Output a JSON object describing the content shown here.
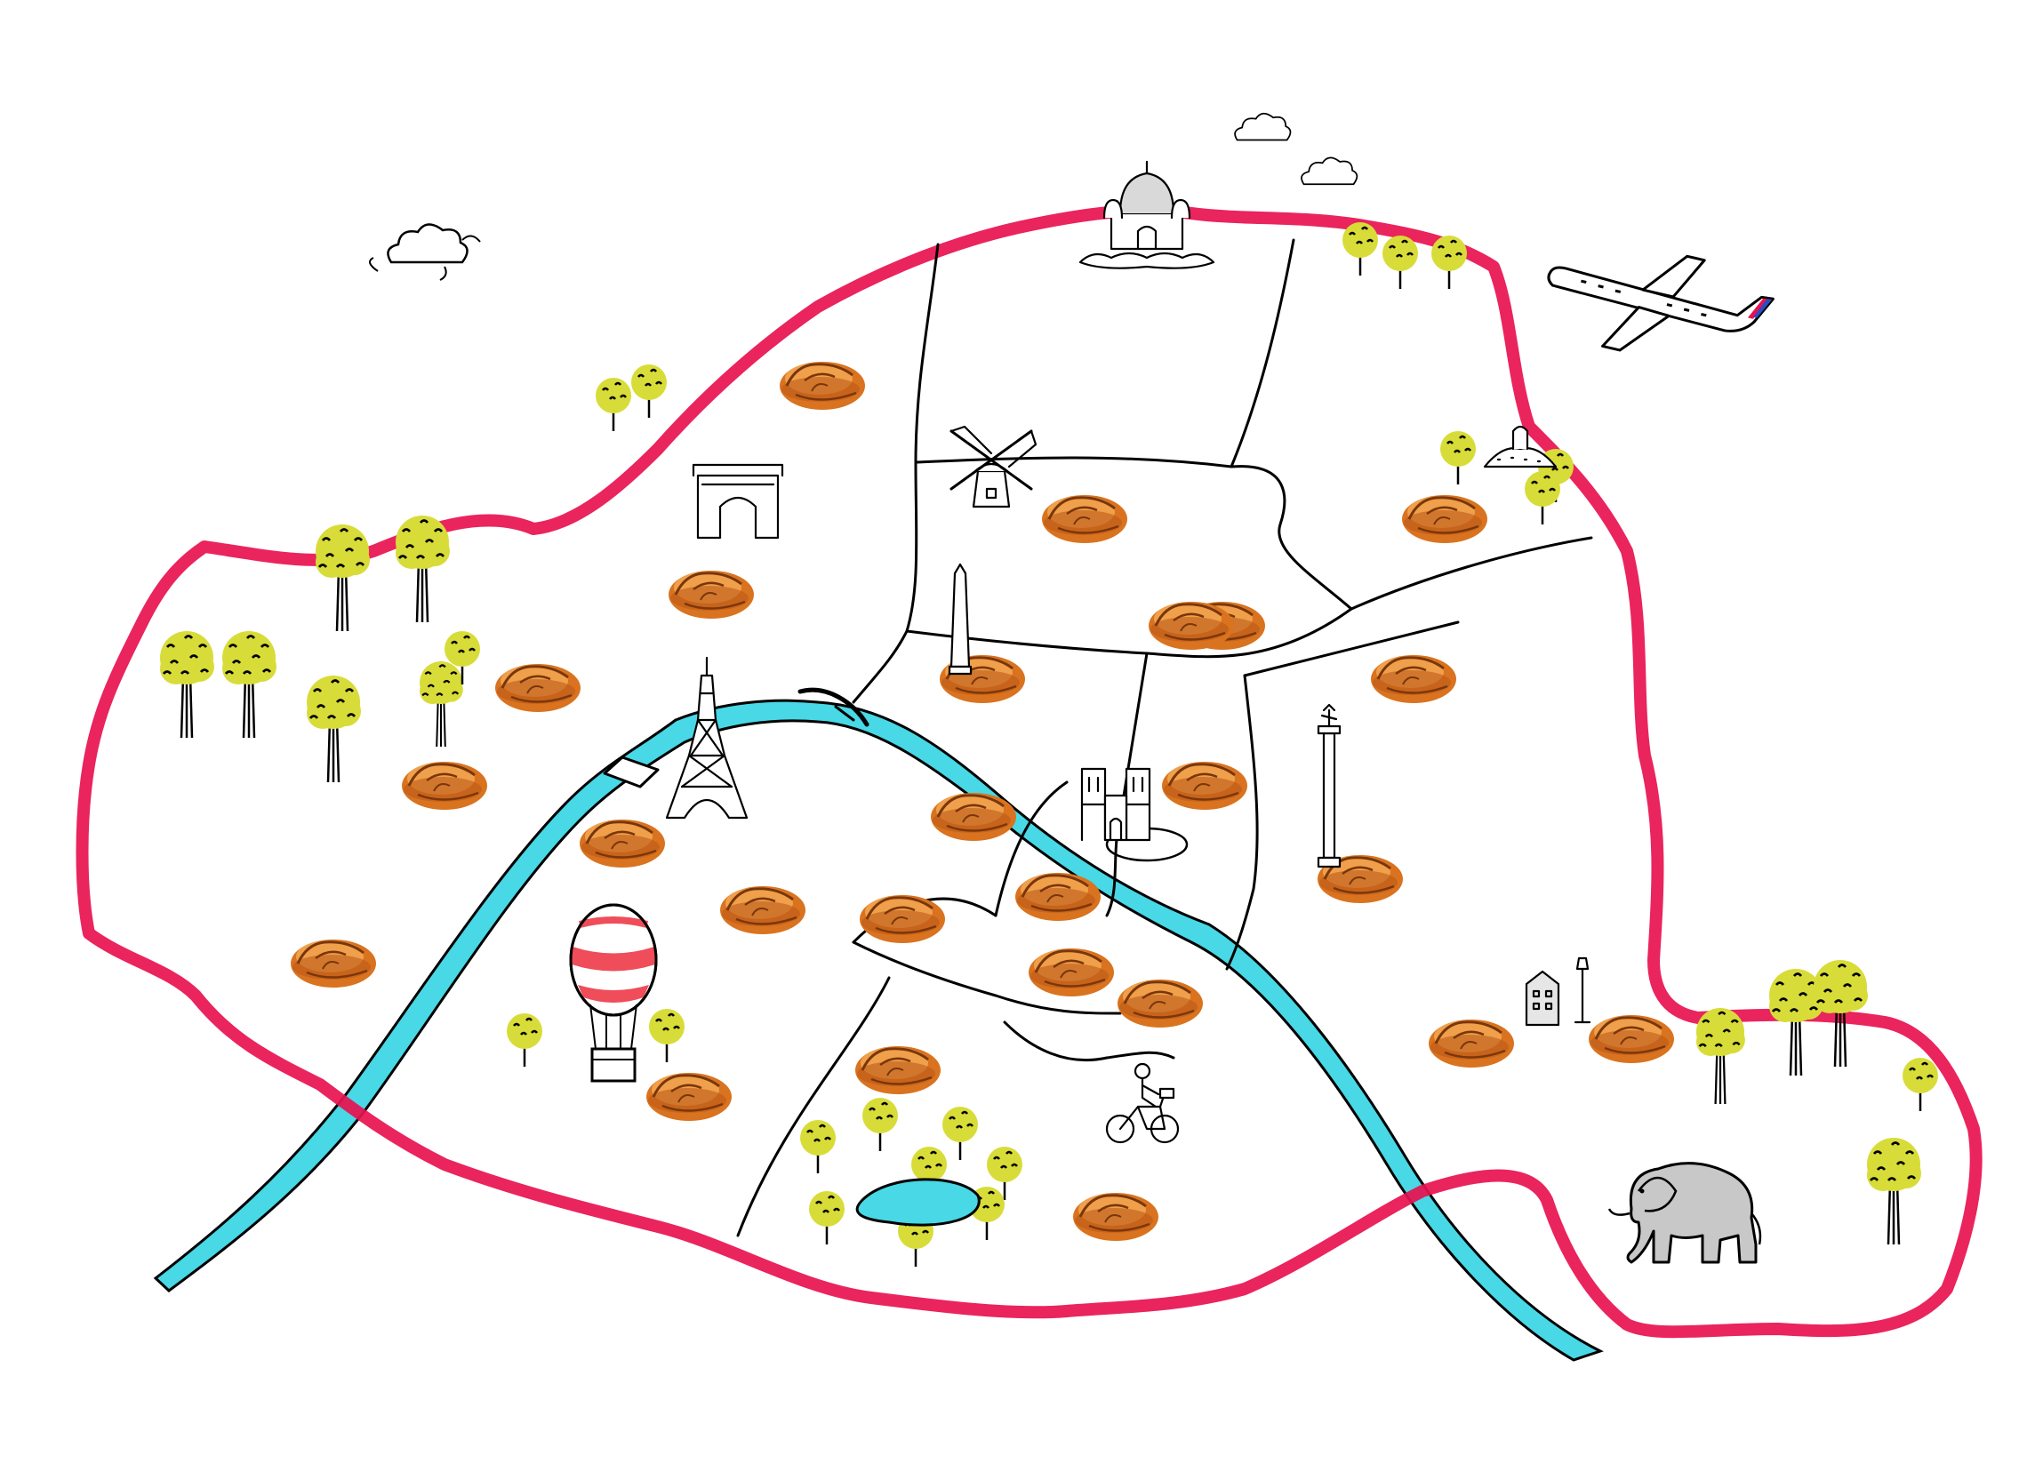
{
  "map": {
    "colors": {
      "city_boundary": "#e8114f",
      "river_seine": "#48d8e6",
      "foliage": "#d8dc38",
      "pastry": "#d9731f",
      "balloon_stripe": "#ef4d5a",
      "elephant": "#c8c8c8",
      "ink": "#000000"
    },
    "markers": {
      "pastry_count": 25,
      "pastry_icon": "pain-au-chocolat-icon",
      "tree_icon": "tree-icon"
    },
    "landmarks": [
      {
        "name": "sacre-coeur",
        "icon": "basilica-icon"
      },
      {
        "name": "moulin-rouge",
        "icon": "windmill-icon"
      },
      {
        "name": "arc-de-triomphe",
        "icon": "arch-icon"
      },
      {
        "name": "eiffel-tower",
        "icon": "tower-icon"
      },
      {
        "name": "obelisk",
        "icon": "obelisk-icon"
      },
      {
        "name": "notre-dame",
        "icon": "cathedral-icon"
      },
      {
        "name": "bastille-column",
        "icon": "column-icon"
      },
      {
        "name": "hot-air-balloon",
        "icon": "balloon-icon"
      },
      {
        "name": "bicycle",
        "icon": "bicycle-icon"
      },
      {
        "name": "elephant",
        "icon": "elephant-icon"
      },
      {
        "name": "airplane",
        "icon": "airplane-icon"
      },
      {
        "name": "clouds",
        "icon": "cloud-icon"
      }
    ]
  }
}
